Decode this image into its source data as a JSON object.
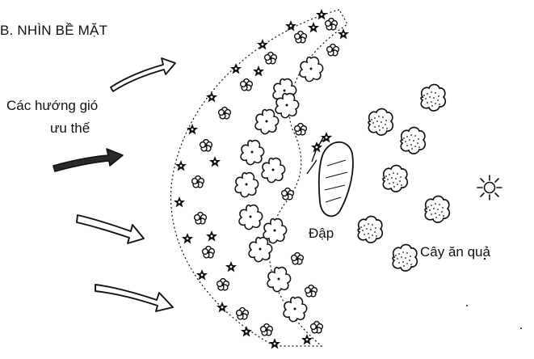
{
  "title": "B. NHÌN BỀ MẶT",
  "wind_label_line1": "Các hướng gió",
  "wind_label_line2": "ưu thế",
  "dam_label": "Đập",
  "fruit_trees_label": "Cây ăn quả",
  "colors": {
    "ink": "#111111",
    "background": "#ffffff"
  },
  "icons": [
    "wind-arrow-icon",
    "sun-icon",
    "shrub-icon",
    "fruit-tree-icon"
  ]
}
